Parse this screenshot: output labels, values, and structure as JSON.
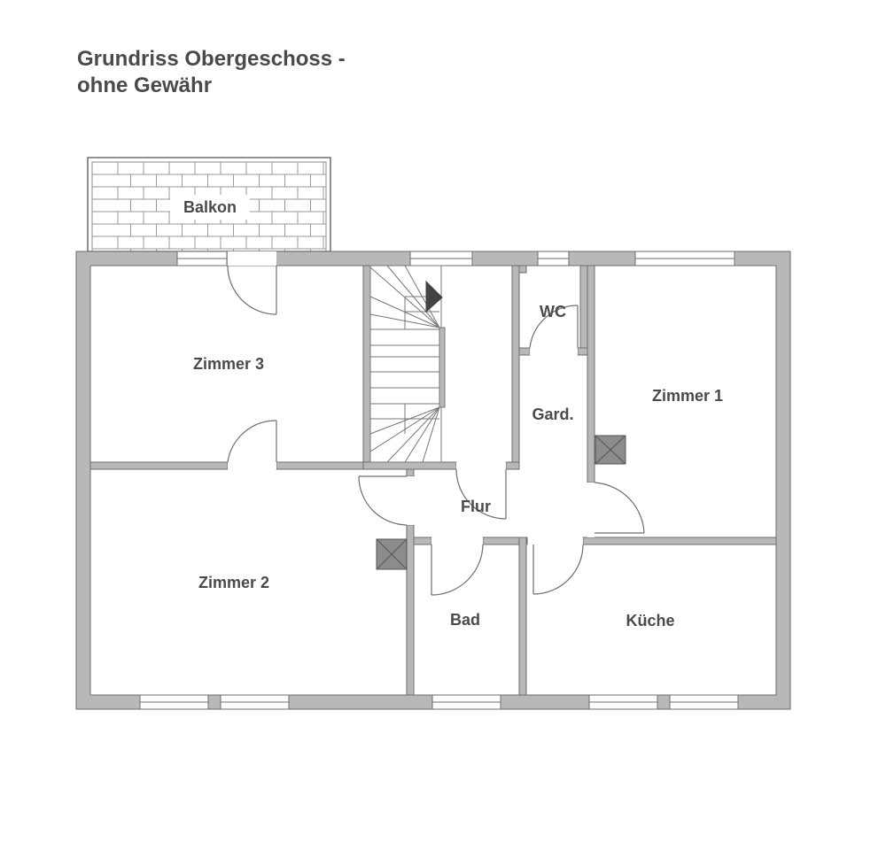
{
  "title": {
    "line1": "Grundriss Obergeschoss -",
    "line2": "ohne Gewähr"
  },
  "rooms": {
    "balkon": "Balkon",
    "zimmer3": "Zimmer 3",
    "zimmer2": "Zimmer 2",
    "zimmer1": "Zimmer 1",
    "wc": "WC",
    "gard": "Gard.",
    "flur": "Flur",
    "bad": "Bad",
    "kueche": "Küche"
  },
  "colors": {
    "wall": "#b8b8b8",
    "wall_edge": "#6e6e6e",
    "text": "#4a4a4a",
    "chimney": "#8c8c8c"
  }
}
